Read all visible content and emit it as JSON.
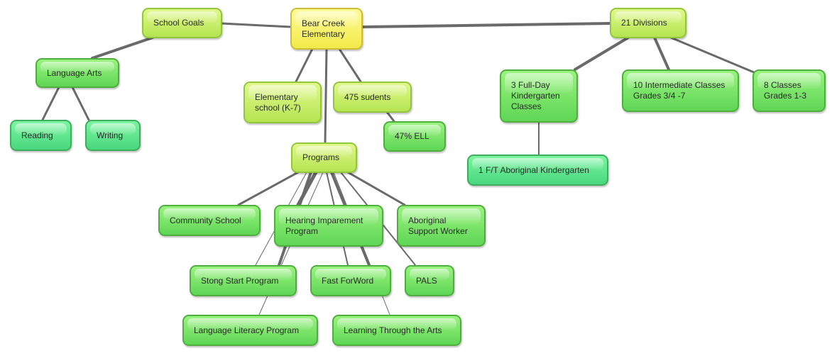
{
  "nodes": {
    "root": {
      "label": "Bear Creek Elementary"
    },
    "school_goals": {
      "label": "School Goals"
    },
    "divisions": {
      "label": "21 Divisions"
    },
    "language_arts": {
      "label": "Language Arts"
    },
    "reading": {
      "label": "Reading"
    },
    "writing": {
      "label": "Writing"
    },
    "elementary": {
      "label": "Elementary school (K-7)"
    },
    "students": {
      "label": "475 sudents"
    },
    "ell": {
      "label": "47% ELL"
    },
    "programs": {
      "label": "Programs"
    },
    "kindergarten": {
      "label": "3 Full-Day Kindergarten Classes"
    },
    "intermediate": {
      "label": "10 Intermediate Classes Grades 3/4 -7"
    },
    "classes_1_3": {
      "label": "8 Classes Grades 1-3"
    },
    "aboriginal_k": {
      "label": "1 F/T Aboriginal Kindergarten"
    },
    "community": {
      "label": "Community School"
    },
    "hearing": {
      "label": "Hearing Imparement Program"
    },
    "aboriginal_support": {
      "label": "Aboriginal Support Worker"
    },
    "strong_start": {
      "label": "Stong Start Program"
    },
    "fast_forword": {
      "label": "Fast ForWord"
    },
    "pals": {
      "label": "PALS"
    },
    "literacy": {
      "label": "Language Literacy Program"
    },
    "arts": {
      "label": "Learning Through the Arts"
    }
  },
  "colors": {
    "link": "#6a6a6a",
    "root": "#f2ea48",
    "level1": "#b4e551",
    "leaf": "#5fd655",
    "alt_leaf": "#48d87e"
  }
}
